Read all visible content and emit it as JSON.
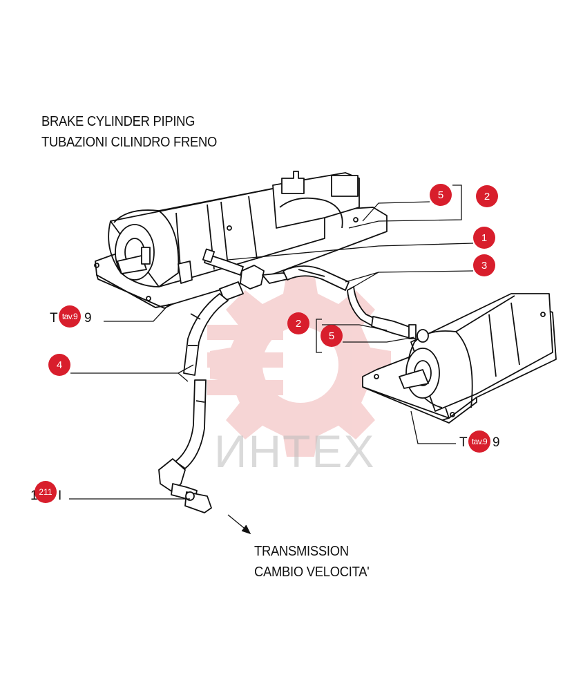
{
  "title": {
    "line1": "BRAKE CYLINDER PIPING",
    "line2": "TUBAZIONI CILINDRO FRENO"
  },
  "transmission_note": {
    "line1": "TRANSMISSION",
    "line2": "CAMBIO VELOCITA'"
  },
  "watermark": "ИНТЕХ",
  "callouts": {
    "c5_top": "5",
    "c2_top": "2",
    "c1": "1",
    "c3": "3",
    "c2_mid": "2",
    "c5_mid": "5",
    "c4": "4",
    "ref_left": "tav.9",
    "ref_right": "tav.9",
    "ref_bottom": "211"
  },
  "refs": {
    "left_prefix": "T",
    "left_suffix": "9",
    "right_prefix": "T",
    "right_suffix": "9",
    "bottom_prefix": "1",
    "bottom_suffix": "I"
  },
  "colors": {
    "callout": "#d81e2c",
    "watermark": "#f4c7c7",
    "line": "#111111"
  }
}
